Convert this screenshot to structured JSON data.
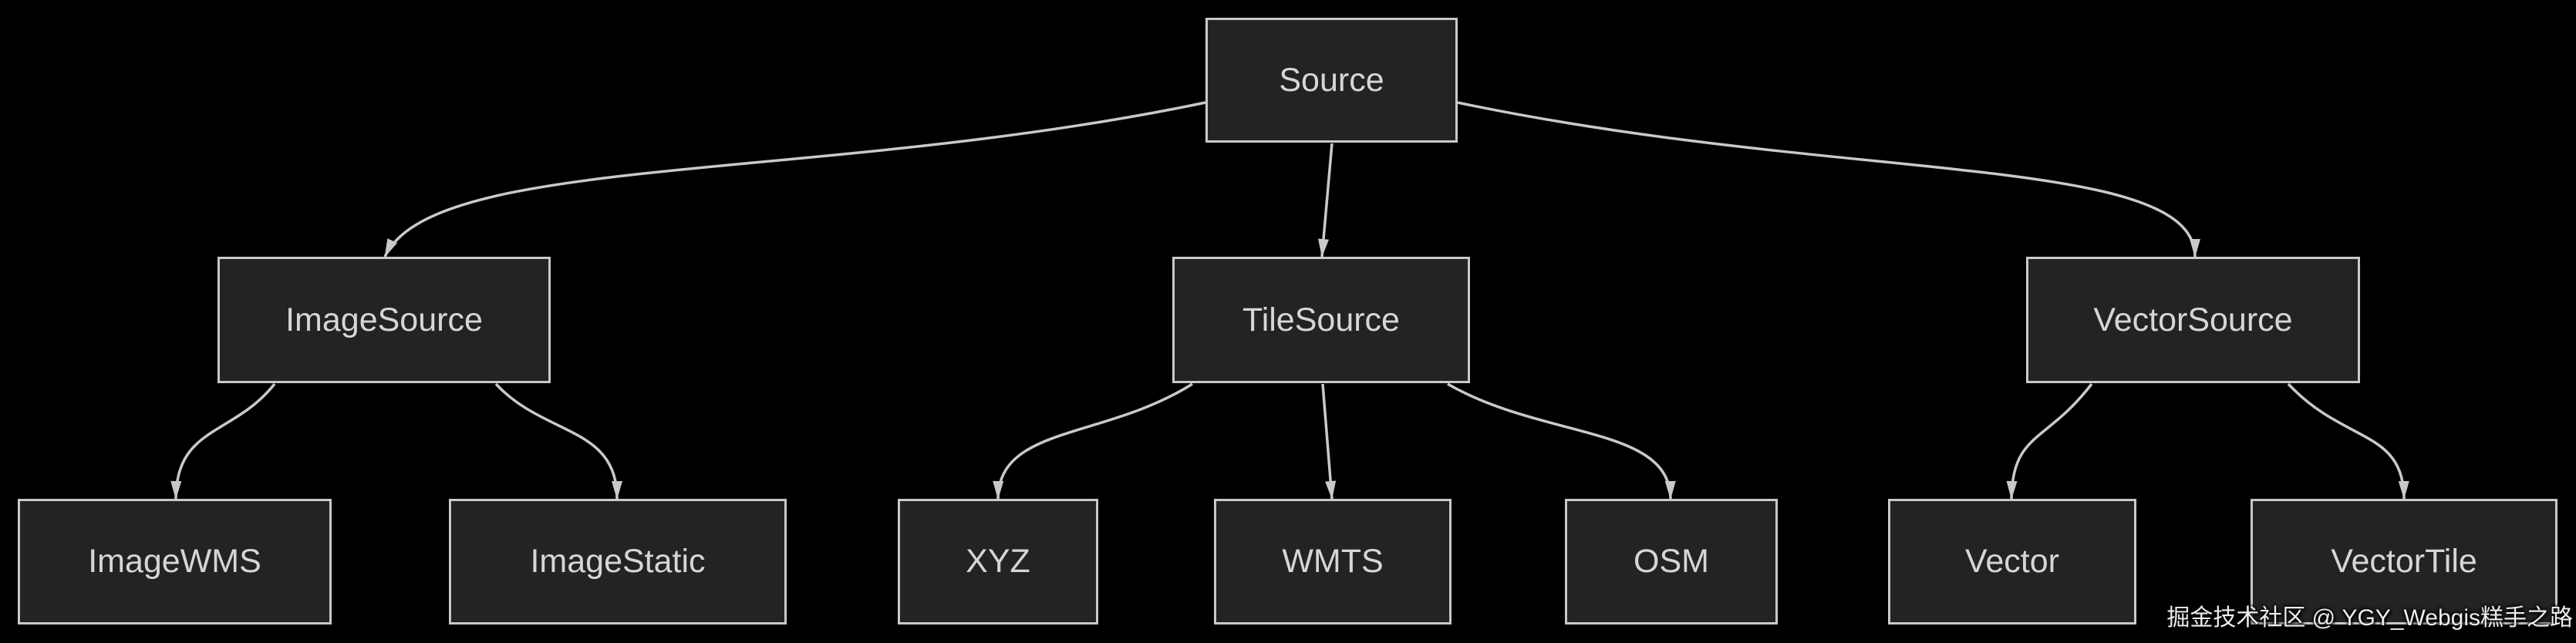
{
  "diagram": {
    "type": "flowchart-tree",
    "direction": "top-down",
    "nodes": {
      "source": {
        "label": "Source",
        "level": 0
      },
      "imageSource": {
        "label": "ImageSource",
        "level": 1,
        "parent": "Source"
      },
      "tileSource": {
        "label": "TileSource",
        "level": 1,
        "parent": "Source"
      },
      "vectorSource": {
        "label": "VectorSource",
        "level": 1,
        "parent": "Source"
      },
      "imageWMS": {
        "label": "ImageWMS",
        "level": 2,
        "parent": "ImageSource"
      },
      "imageStatic": {
        "label": "ImageStatic",
        "level": 2,
        "parent": "ImageSource"
      },
      "xyz": {
        "label": "XYZ",
        "level": 2,
        "parent": "TileSource"
      },
      "wmts": {
        "label": "WMTS",
        "level": 2,
        "parent": "TileSource"
      },
      "osm": {
        "label": "OSM",
        "level": 2,
        "parent": "TileSource"
      },
      "vector": {
        "label": "Vector",
        "level": 2,
        "parent": "VectorSource"
      },
      "vectorTile": {
        "label": "VectorTile",
        "level": 2,
        "parent": "VectorSource"
      }
    },
    "edges": [
      {
        "from": "Source",
        "to": "ImageSource",
        "arrow": true
      },
      {
        "from": "Source",
        "to": "TileSource",
        "arrow": true
      },
      {
        "from": "Source",
        "to": "VectorSource",
        "arrow": true
      },
      {
        "from": "ImageSource",
        "to": "ImageWMS",
        "arrow": true
      },
      {
        "from": "ImageSource",
        "to": "ImageStatic",
        "arrow": true
      },
      {
        "from": "TileSource",
        "to": "XYZ",
        "arrow": true
      },
      {
        "from": "TileSource",
        "to": "WMTS",
        "arrow": true
      },
      {
        "from": "TileSource",
        "to": "OSM",
        "arrow": true
      },
      {
        "from": "VectorSource",
        "to": "Vector",
        "arrow": true
      },
      {
        "from": "VectorSource",
        "to": "VectorTile",
        "arrow": true
      }
    ],
    "colors": {
      "background": "#000000",
      "nodeFill": "#232323",
      "nodeBorder": "#c9c9c9",
      "nodeText": "#d6d6d6",
      "edge": "#c9c9c9",
      "watermarkText": "#ededed"
    }
  },
  "watermark": {
    "text": "掘金技术社区 @ YGY_Webgis糕手之路"
  }
}
